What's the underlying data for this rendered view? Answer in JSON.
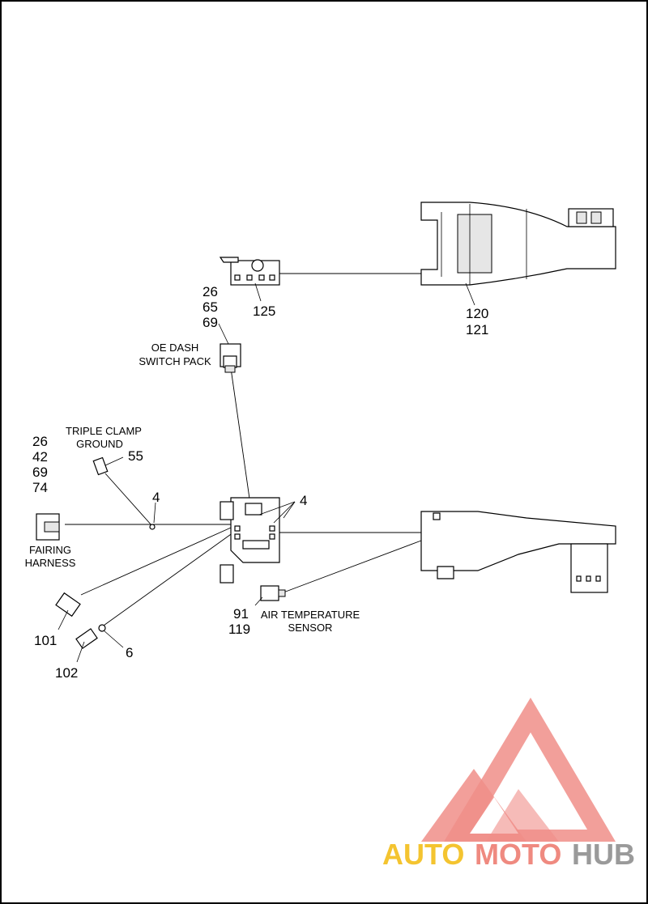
{
  "callouts": {
    "c125": "125",
    "c120": "120",
    "c121": "121",
    "c26a": "26",
    "c65": "65",
    "c69a": "69",
    "c26b": "26",
    "c42": "42",
    "c69b": "69",
    "c74": "74",
    "c55": "55",
    "c4a": "4",
    "c4b": "4",
    "c91": "91",
    "c119": "119",
    "c101": "101",
    "c102": "102",
    "c6": "6"
  },
  "captions": {
    "oe_dash_1": "OE DASH",
    "oe_dash_2": "SWITCH PACK",
    "triple_1": "TRIPLE CLAMP",
    "triple_2": "GROUND",
    "fairing_1": "FAIRING",
    "fairing_2": "HARNESS",
    "air_1": "AIR TEMPERATURE",
    "air_2": "SENSOR"
  },
  "watermark": {
    "part1": "AUTO",
    "part2": "MOTO",
    "part3": "HUB",
    "color_auto": "#f4c430",
    "color_moto": "#ef8a80",
    "color_hub": "#9a9a9a"
  }
}
